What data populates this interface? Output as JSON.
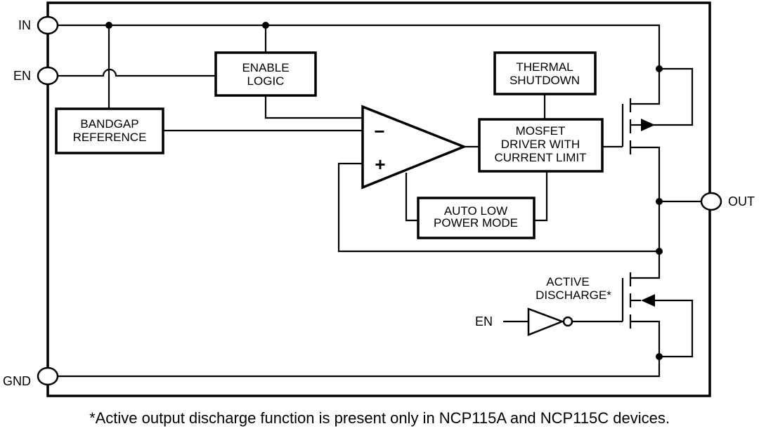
{
  "pins": {
    "in": "IN",
    "en": "EN",
    "gnd": "GND",
    "out": "OUT"
  },
  "blocks": {
    "enable_logic": [
      "ENABLE",
      "LOGIC"
    ],
    "bandgap": [
      "BANDGAP",
      "REFERENCE"
    ],
    "thermal": [
      "THERMAL",
      "SHUTDOWN"
    ],
    "driver": [
      "MOSFET",
      "DRIVER WITH",
      "CURRENT LIMIT"
    ],
    "auto_low_power": [
      "AUTO LOW",
      "POWER MODE"
    ],
    "active_discharge": [
      "ACTIVE",
      "DISCHARGE*"
    ]
  },
  "amp": {
    "minus": "−",
    "plus": "+"
  },
  "inverter_input": "EN",
  "footnote": "*Active output discharge function is present only in NCP115A and NCP115C devices."
}
